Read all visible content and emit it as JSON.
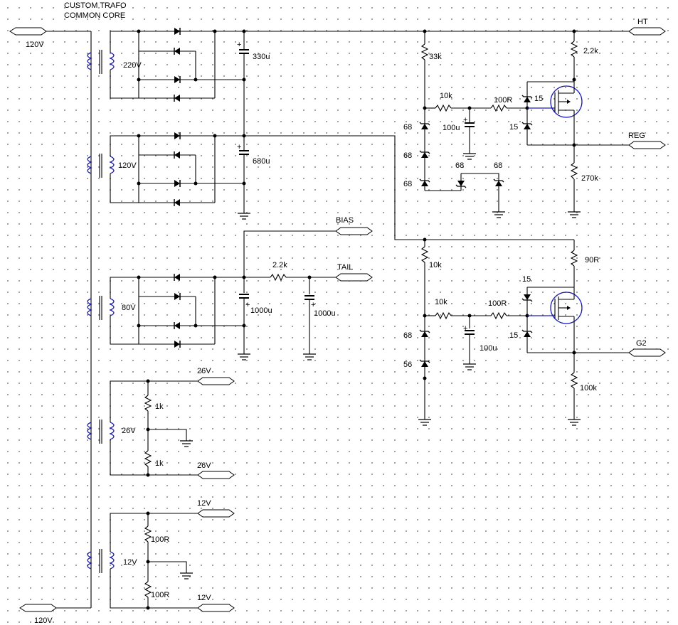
{
  "header": {
    "line1": "CUSTOM TRAFO",
    "line2": "COMMON CORE"
  },
  "ports": {
    "in_top": "120V",
    "in_bottom": "120V",
    "ht": "HT",
    "reg": "REG",
    "bias": "BIAS",
    "tail": "TAIL",
    "g2": "G2",
    "v26_top": "26V",
    "v26_bot": "26V",
    "v12_top": "12V",
    "v12_bot": "12V"
  },
  "transformers": {
    "t1": "220V",
    "t2": "120V",
    "t3": "80V",
    "t4": "26V",
    "t5": "12V"
  },
  "components": {
    "c330": "330u",
    "c680": "680u",
    "c1000a": "1000u",
    "c1000b": "1000u",
    "r22k_bias": "2.2k",
    "r1k_top": "1k",
    "r1k_bot": "1k",
    "r100_top": "100R",
    "r100_bot": "100R",
    "ht_r33k": "33k",
    "ht_r10k": "10k",
    "ht_r100r": "100R",
    "ht_c100u": "100u",
    "ht_r22k": "2.2k",
    "ht_r270k": "270k",
    "ht_z15a": "15",
    "ht_z15b": "15",
    "ht_z68a": "68",
    "ht_z68b": "68",
    "ht_z68c": "68",
    "ht_z68d": "68",
    "ht_z68e": "68",
    "g2_r10k_top": "10k",
    "g2_r10k_mid": "10k",
    "g2_r100r": "100R",
    "g2_c100u": "100u",
    "g2_r90r": "90R",
    "g2_r100k": "100k",
    "g2_z15a": "15",
    "g2_z15b": "15",
    "g2_z68": "68",
    "g2_z56": "56"
  }
}
